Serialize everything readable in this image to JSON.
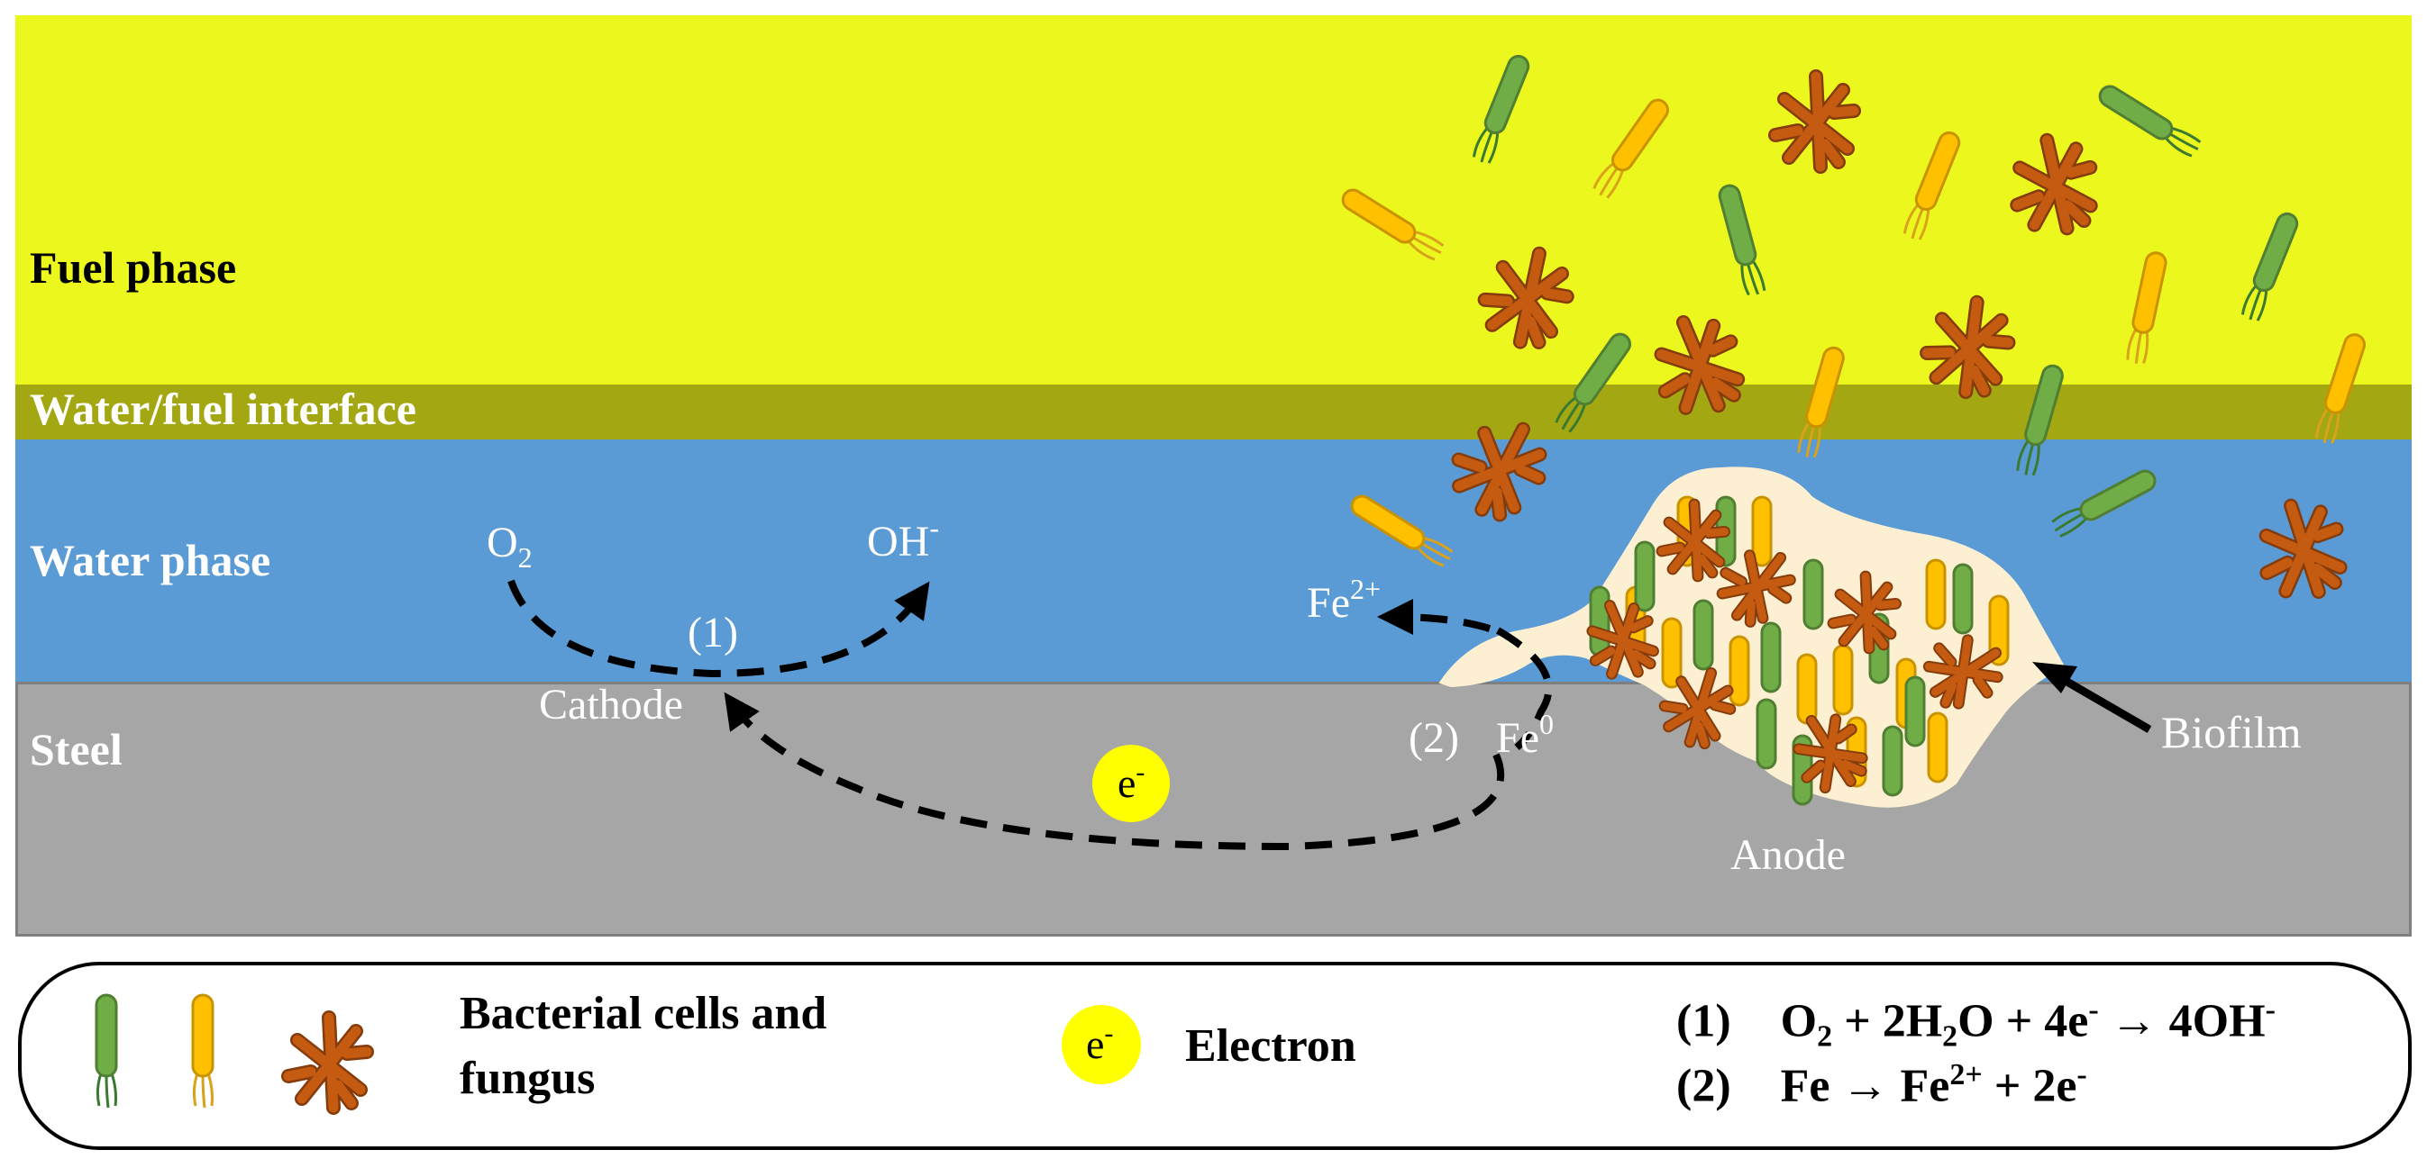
{
  "layers": {
    "fuel": "Fuel phase",
    "interface": "Water/fuel interface",
    "water": "Water phase",
    "steel": "Steel"
  },
  "labels": {
    "o2_base": "O",
    "o2_sub": "2",
    "oh_base": "OH",
    "oh_sup": "-",
    "reaction1": "(1)",
    "cathode": "Cathode",
    "electron": "e",
    "electron_sup": "-",
    "fe2_base": "Fe",
    "fe2_sup": "2+",
    "reaction2": "(2)",
    "fe0_base": "Fe",
    "fe0_sup": "0",
    "biofilm": "Biofilm",
    "anode": "Anode"
  },
  "legend": {
    "microbes_line1": "Bacterial cells and",
    "microbes_line2": "fungus",
    "electron_symbol": "e",
    "electron_sup": "-",
    "electron_label": "Electron",
    "eq1": [
      "(1)",
      "O",
      "2",
      " + 2H",
      "2",
      "O + 4e",
      "-",
      " → 4OH",
      "-"
    ],
    "eq2": [
      "(2)",
      "Fe → Fe",
      "2+",
      " + 2e",
      "-"
    ]
  },
  "colors": {
    "fuel": "#ecf71e",
    "interface": "#a3a812",
    "water": "#5b9bd5",
    "steel": "#a6a6a6",
    "biofilm": "#fdf0d2",
    "green_bacterium": "#70ad47",
    "yellow_bacterium": "#ffc000",
    "fungus": "#c55a11",
    "electron": "#ffff00"
  }
}
